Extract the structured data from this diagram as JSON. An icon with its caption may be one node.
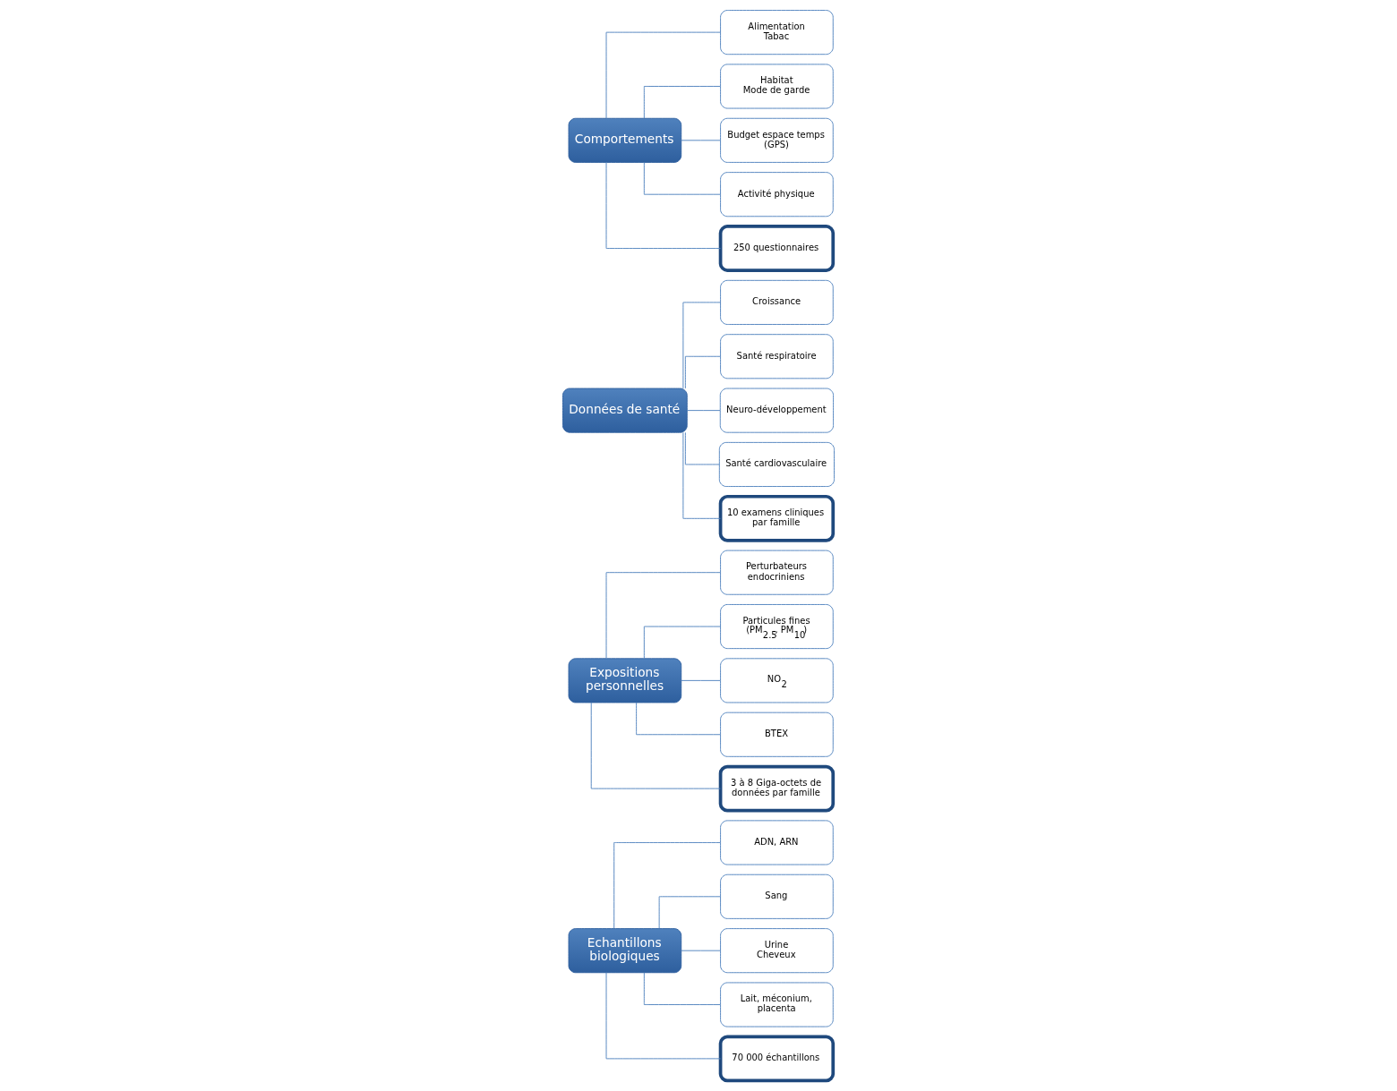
{
  "diagram": {
    "nodes": [
      {
        "text": [
          "Echantillons biologiques"
        ]
      },
      {
        "text": [
          "ADN, ARN"
        ]
      },
      {
        "text": [
          "Sang"
        ]
      },
      {
        "text": [
          "Urine",
          "Cheveux"
        ]
      },
      {
        "text": [
          "Lait, méconium, placenta"
        ]
      },
      {
        "text": [
          "70 000 échantillons"
        ]
      },
      {
        "text": [
          "Expositions personnelles"
        ]
      },
      {
        "text": [
          "Perturbateurs endocriniens"
        ]
      },
      {
        "text": [
          "Particules fines (PM$_{2.5}$, PM$_{10}$)"
        ]
      },
      {
        "text": [
          "NO$_{2}$"
        ]
      },
      {
        "text": [
          "BTEX"
        ]
      },
      {
        "text": [
          "3 à 8 Giga-octets de données par famille"
        ]
      },
      {
        "text": [
          "Données de santé"
        ]
      },
      {
        "text": [
          "Croissance"
        ]
      },
      {
        "text": [
          "Santé respiratoire"
        ]
      },
      {
        "text": [
          "Neuro-développement"
        ]
      },
      {
        "text": [
          "Santé cardiovasculaire"
        ]
      },
      {
        "text": [
          "10 examens cliniques par famille"
        ]
      },
      {
        "text": [
          "Comportements"
        ]
      },
      {
        "text": [
          "Alimentation",
          "Tabac"
        ]
      },
      {
        "text": [
          "Habitat",
          "Mode de garde"
        ]
      },
      {
        "text": [
          "Budget espace temps (GPS)"
        ]
      },
      {
        "text": [
          "Activité physique"
        ]
      },
      {
        "text": [
          "250 questionnaires"
        ]
      }
    ],
    "edges": [
      {
        "from": 0,
        "to": 1,
        "arrow": "none"
      },
      {
        "from": 0,
        "to": 2,
        "arrow": "none"
      },
      {
        "from": 0,
        "to": 3,
        "arrow": "none"
      },
      {
        "from": 0,
        "to": 4,
        "arrow": "none"
      },
      {
        "from": 0,
        "to": 5,
        "arrow": "none"
      },
      {
        "from": 6,
        "to": 7,
        "arrow": "none"
      },
      {
        "from": 6,
        "to": 8,
        "arrow": "none"
      },
      {
        "from": 6,
        "to": 9,
        "arrow": "none"
      },
      {
        "from": 6,
        "to": 10,
        "arrow": "none"
      },
      {
        "from": 6,
        "to": 11,
        "arrow": "none"
      },
      {
        "from": 12,
        "to": 13,
        "arrow": "none"
      },
      {
        "from": 12,
        "to": 14,
        "arrow": "none"
      },
      {
        "from": 12,
        "to": 15,
        "arrow": "none"
      },
      {
        "from": 12,
        "to": 16,
        "arrow": "none"
      },
      {
        "from": 12,
        "to": 17,
        "arrow": "none"
      },
      {
        "from": 18,
        "to": 19,
        "arrow": "none"
      },
      {
        "from": 18,
        "to": 20,
        "arrow": "none"
      },
      {
        "from": 18,
        "to": 21,
        "arrow": "none"
      },
      {
        "from": 18,
        "to": 22,
        "arrow": "none"
      },
      {
        "from": 18,
        "to": 23,
        "arrow": "none"
      }
    ]
  }
}
